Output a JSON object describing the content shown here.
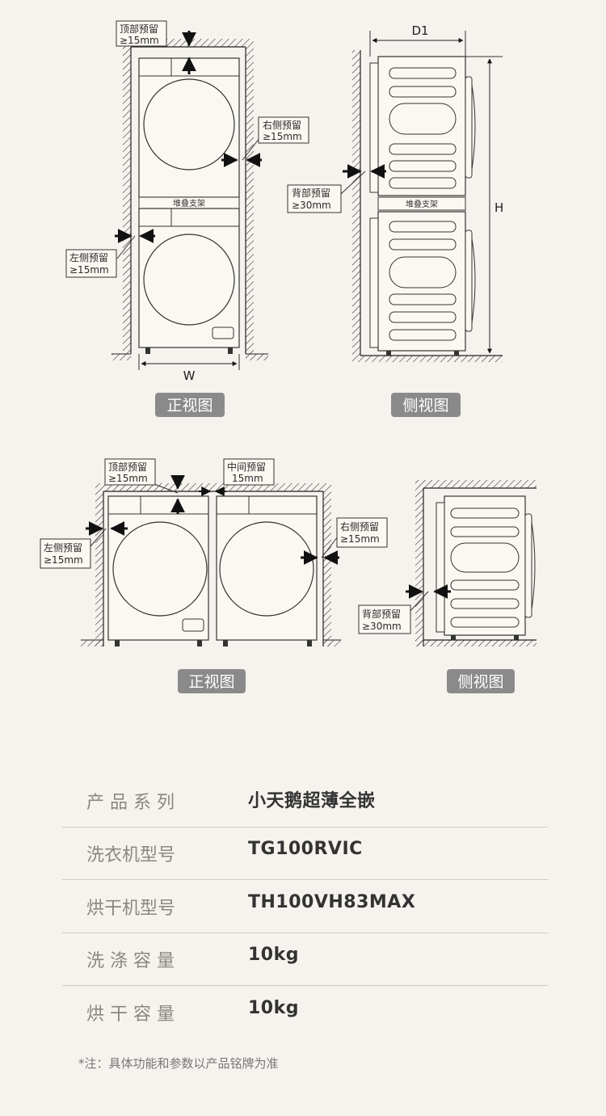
{
  "diagram1": {
    "top": "顶部预留",
    "top_val": "≥15mm",
    "right": "右侧预留",
    "right_val": "≥15mm",
    "left": "左侧预留",
    "left_val": "≥15mm",
    "rack": "堆叠支架",
    "width": "W",
    "caption": "正视图"
  },
  "diagram2": {
    "depth": "D1",
    "height": "H",
    "back": "背部预留",
    "back_val": "≥30mm",
    "rack": "堆叠支架",
    "caption": "侧视图"
  },
  "diagram3": {
    "top": "顶部预留",
    "top_val": "≥15mm",
    "middle": "中间预留",
    "middle_val": "15mm",
    "left": "左侧预留",
    "left_val": "≥15mm",
    "right": "右侧预留",
    "right_val": "≥15mm",
    "caption": "正视图"
  },
  "diagram4": {
    "back": "背部预留",
    "back_val": "≥30mm",
    "caption": "侧视图"
  },
  "specs": [
    {
      "label": "产 品 系 列",
      "value": "小天鹅超薄全嵌"
    },
    {
      "label": "洗衣机型号",
      "value": "TG100RVIC"
    },
    {
      "label": "烘干机型号",
      "value": "TH100VH83MAX"
    },
    {
      "label": "洗 涤 容 量",
      "value": "10kg"
    },
    {
      "label": "烘 干 容 量",
      "value": "10kg"
    }
  ],
  "note": "*注：具体功能和参数以产品铭牌为准"
}
